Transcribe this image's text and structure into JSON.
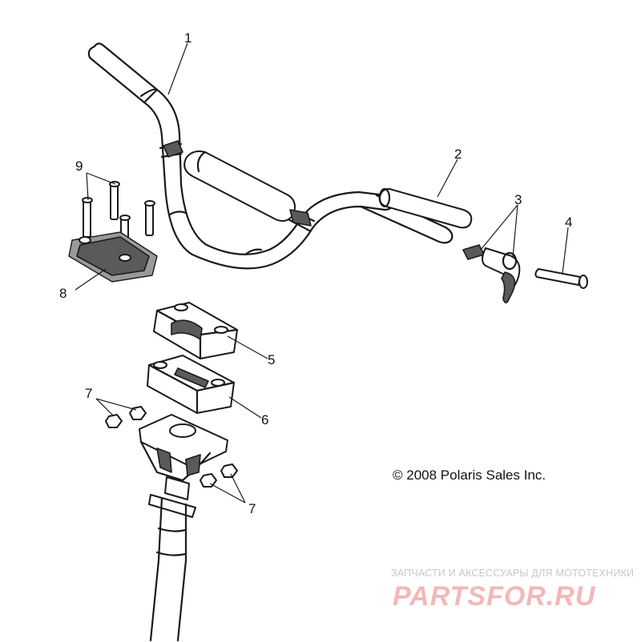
{
  "callouts": [
    {
      "id": "1",
      "label": "1"
    },
    {
      "id": "2",
      "label": "2"
    },
    {
      "id": "3",
      "label": "3"
    },
    {
      "id": "4",
      "label": "4"
    },
    {
      "id": "5",
      "label": "5"
    },
    {
      "id": "6",
      "label": "6"
    },
    {
      "id": "7a",
      "label": "7"
    },
    {
      "id": "7b",
      "label": "7"
    },
    {
      "id": "8",
      "label": "8"
    },
    {
      "id": "9",
      "label": "9"
    }
  ],
  "copyright": "© 2008 Polaris Sales Inc.",
  "watermark": {
    "tagline": "ЗАПЧАСТИ И АКСЕССУАРЫ ДЛЯ МОТОТЕХНИКИ",
    "logo": "PARTSFOR.RU",
    "logo_color": "#f2b8b8"
  }
}
